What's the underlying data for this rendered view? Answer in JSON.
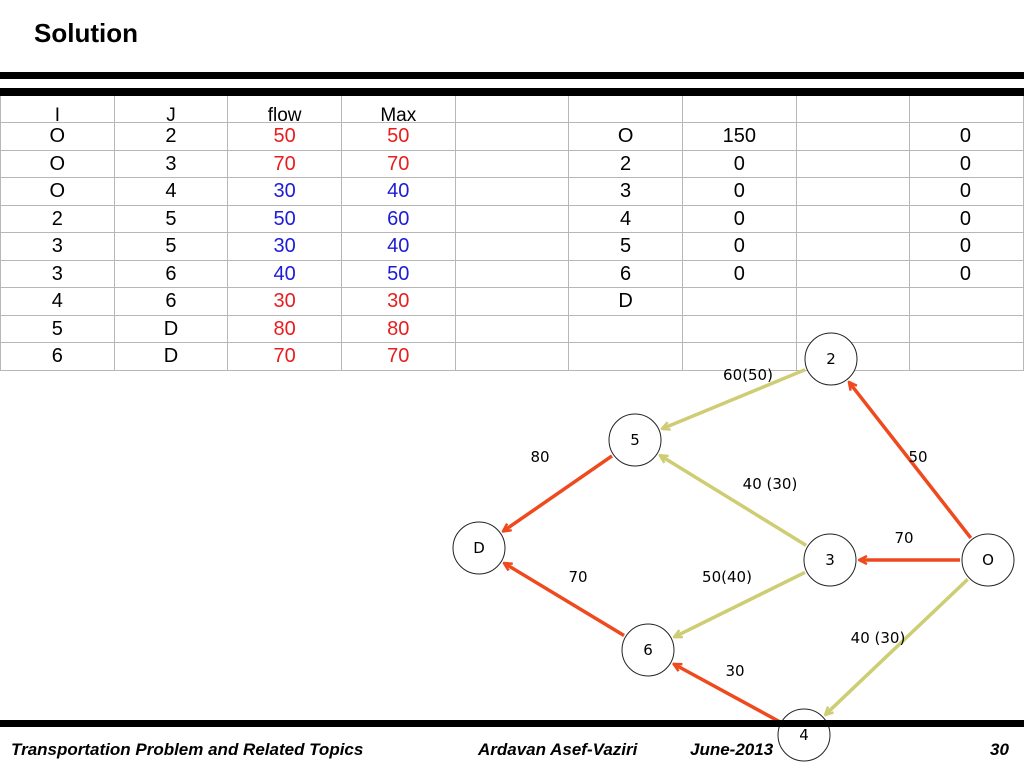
{
  "title": "Solution",
  "table": {
    "headers": [
      "I",
      "J",
      "flow",
      "Max",
      "",
      "",
      "",
      "",
      ""
    ],
    "rows": [
      {
        "i": "O",
        "j": "2",
        "flow": "50",
        "max": "50",
        "flow_color": "red",
        "max_color": "red",
        "node": "O",
        "b": "150",
        "c": "",
        "d": "0"
      },
      {
        "i": "O",
        "j": "3",
        "flow": "70",
        "max": "70",
        "flow_color": "red",
        "max_color": "red",
        "node": "2",
        "b": "0",
        "c": "",
        "d": "0"
      },
      {
        "i": "O",
        "j": "4",
        "flow": "30",
        "max": "40",
        "flow_color": "blue",
        "max_color": "blue",
        "node": "3",
        "b": "0",
        "c": "",
        "d": "0"
      },
      {
        "i": "2",
        "j": "5",
        "flow": "50",
        "max": "60",
        "flow_color": "blue",
        "max_color": "blue",
        "node": "4",
        "b": "0",
        "c": "",
        "d": "0"
      },
      {
        "i": "3",
        "j": "5",
        "flow": "30",
        "max": "40",
        "flow_color": "blue",
        "max_color": "blue",
        "node": "5",
        "b": "0",
        "c": "",
        "d": "0"
      },
      {
        "i": "3",
        "j": "6",
        "flow": "40",
        "max": "50",
        "flow_color": "blue",
        "max_color": "blue",
        "node": "6",
        "b": "0",
        "c": "",
        "d": "0"
      },
      {
        "i": "4",
        "j": "6",
        "flow": "30",
        "max": "30",
        "flow_color": "red",
        "max_color": "red",
        "node": "D",
        "b": "",
        "c": "",
        "d": ""
      },
      {
        "i": "5",
        "j": "D",
        "flow": "80",
        "max": "80",
        "flow_color": "red",
        "max_color": "red",
        "node": "",
        "b": "",
        "c": "",
        "d": ""
      },
      {
        "i": "6",
        "j": "D",
        "flow": "70",
        "max": "70",
        "flow_color": "red",
        "max_color": "red",
        "node": "",
        "b": "",
        "c": "",
        "d": ""
      }
    ]
  },
  "colors": {
    "red_text": "#e81e1e",
    "blue_text": "#1c1cd6",
    "saturated_arc": "#ee4a1e",
    "unsaturated_arc": "#cfcd73"
  },
  "network": {
    "nodes": [
      {
        "id": "2",
        "label": "2"
      },
      {
        "id": "5",
        "label": "5"
      },
      {
        "id": "D",
        "label": "D"
      },
      {
        "id": "3",
        "label": "3"
      },
      {
        "id": "O",
        "label": "O"
      },
      {
        "id": "6",
        "label": "6"
      },
      {
        "id": "4",
        "label": "4"
      }
    ],
    "arcs": [
      {
        "from": "2",
        "to": "5",
        "label": "60(50)",
        "saturated": false
      },
      {
        "from": "5",
        "to": "D",
        "label": "80",
        "saturated": true
      },
      {
        "from": "O",
        "to": "2",
        "label": "50",
        "saturated": true
      },
      {
        "from": "3",
        "to": "5",
        "label": "40 (30)",
        "saturated": false
      },
      {
        "from": "O",
        "to": "3",
        "label": "70",
        "saturated": true
      },
      {
        "from": "6",
        "to": "D",
        "label": "70",
        "saturated": true
      },
      {
        "from": "3",
        "to": "6",
        "label": "50(40)",
        "saturated": false
      },
      {
        "from": "O",
        "to": "4",
        "label": "40 (30)",
        "saturated": false
      },
      {
        "from": "4",
        "to": "6",
        "label": "30",
        "saturated": true
      }
    ]
  },
  "footer": {
    "course": "Transportation  Problem and Related Topics",
    "author": "Ardavan Asef-Vaziri",
    "date": "June-2013",
    "page": "30"
  }
}
